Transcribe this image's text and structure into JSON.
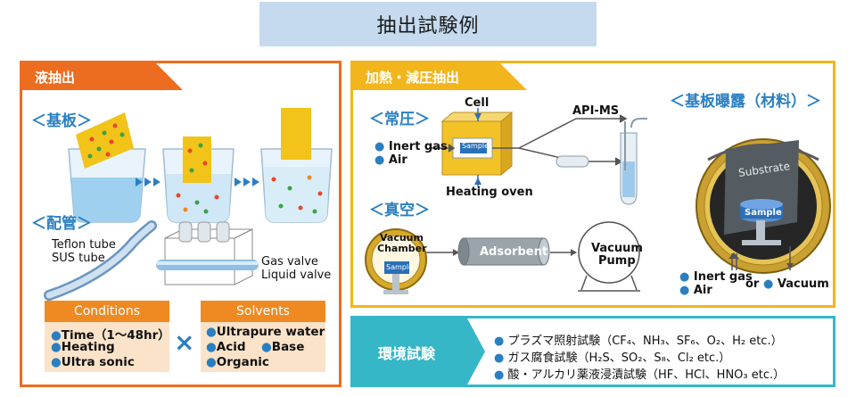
{
  "title": "抽出試験例",
  "liquid": {
    "tab": "液抽出",
    "substrate_head": "＜基板＞",
    "piping_head": "＜配管＞",
    "tube1": "Teflon tube",
    "tube2": "SUS tube",
    "valve1": "Gas valve",
    "valve2": "Liquid valve",
    "conditions_head": "Conditions",
    "conditions": [
      "Time（1～48hr）",
      "Heating",
      "Ultra sonic"
    ],
    "times": "×",
    "solvents_head": "Solvents",
    "solvent1": "Ultrapure water",
    "solvent2": "Acid",
    "solvent3": "Base",
    "solvent4": "Organic"
  },
  "heat": {
    "tab": "加熱・減圧抽出",
    "normal_head": "＜常圧＞",
    "inert": "Inert gas",
    "air": "Air",
    "cell": "Cell",
    "sample": "Sample",
    "oven": "Heating oven",
    "apims": "API-MS",
    "vacuum_head": "＜真空＞",
    "chamber1": "Vacuum",
    "chamber2": "Chamber",
    "adsorbent": "Adsorbent",
    "pump1": "Vacuum",
    "pump2": "Pump",
    "exposure_head": "＜基板曝露（材料）＞",
    "substrate": "Substrate",
    "inert2": "Inert gas",
    "air2": "Air",
    "or": "or",
    "vacuum": "Vacuum"
  },
  "env": {
    "tab": "環境試験",
    "items": [
      "プラズマ照射試験（CF₄、NH₃、SF₆、O₂、H₂ etc.）",
      "ガス腐食試験（H₂S、SO₂、S₈、Cl₂ etc.）",
      "酸・アルカリ薬液浸漬試験（HF、HCl、HNO₃ etc.）"
    ]
  },
  "colors": {
    "orange": "#ec6d1f",
    "gold": "#f3b51c",
    "teal": "#35b7c8",
    "blue": "#2a7fc1"
  }
}
